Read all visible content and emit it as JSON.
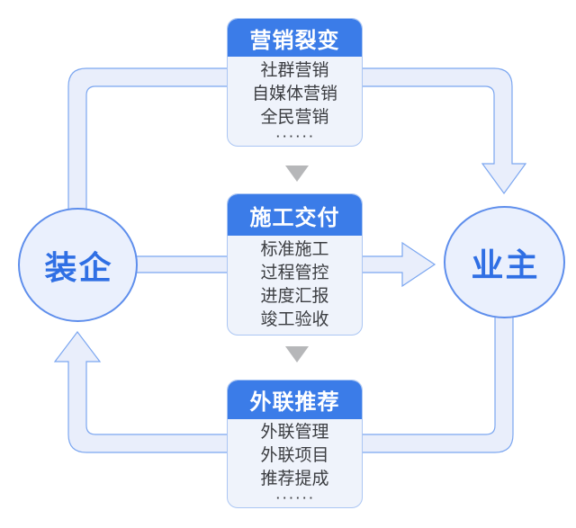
{
  "diagram": {
    "actors": {
      "left": {
        "label": "装企"
      },
      "right": {
        "label": "业主"
      }
    },
    "boxes": [
      {
        "title": "营销裂变",
        "items": [
          "社群营销",
          "自媒体营销",
          "全民营销"
        ],
        "more": "······"
      },
      {
        "title": "施工交付",
        "items": [
          "标准施工",
          "过程管控",
          "进度汇报",
          "竣工验收"
        ]
      },
      {
        "title": "外联推荐",
        "items": [
          "外联管理",
          "外联项目",
          "推荐提成"
        ],
        "more": "······"
      }
    ],
    "icons": {
      "marketing_to_owner": "arrow-down-icon",
      "company_to_owner": "arrow-right-icon",
      "referral_to_company": "arrow-up-icon",
      "step_next": "triangle-down-icon"
    },
    "colors": {
      "header_blue": "#3b7ce8",
      "circle_border": "#5e8eec",
      "circle_fill": "#eaf0fd",
      "circle_text": "#2f6fe4",
      "pipe_fill": "#e9eefb",
      "pipe_border": "#7ba6f0",
      "box_border": "#abc6f3",
      "box_body_fill": "#eff3fb",
      "item_text": "#3b3d41",
      "triangle_gray": "#b6b7b9"
    }
  }
}
